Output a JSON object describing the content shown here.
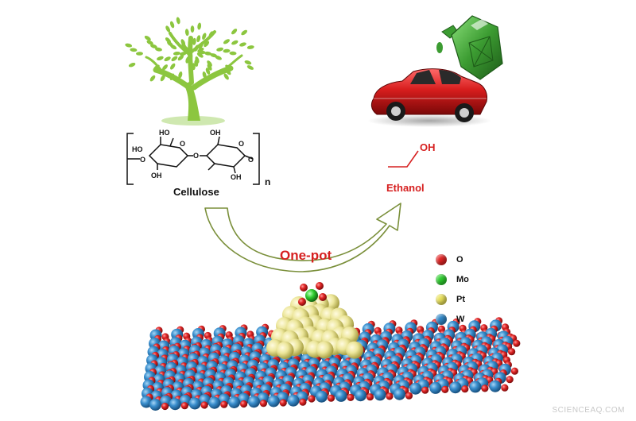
{
  "labels": {
    "cellulose": "Cellulose",
    "repeat_n": "n",
    "ethanol": "Ethanol",
    "ethanol_oh": "OH",
    "process": "One-pot"
  },
  "cellulose_groups": {
    "ho_1": "HO",
    "ho_2": "HO",
    "oh_1": "OH",
    "oh_2": "OH",
    "oh_3": "OH",
    "o_1": "O",
    "o_2": "O",
    "o_3": "O",
    "o_4": "O",
    "o_5": "O"
  },
  "legend": [
    {
      "label": "O",
      "color": "#e02424"
    },
    {
      "label": "Mo",
      "color": "#2ecc2e"
    },
    {
      "label": "Pt",
      "color": "#e8e05a"
    },
    {
      "label": "W",
      "color": "#2f86c6"
    }
  ],
  "colors": {
    "arrow": "#7a8f3a",
    "tree": "#8cc63f",
    "car": "#d81e1e",
    "canister": "#3c9c32",
    "accent_red": "#d62020"
  },
  "icons": {
    "tree": "tree-icon",
    "car": "car-icon",
    "fuel_canister": "fuel-canister-icon"
  },
  "watermark": "SCIENCEAQ.COM"
}
